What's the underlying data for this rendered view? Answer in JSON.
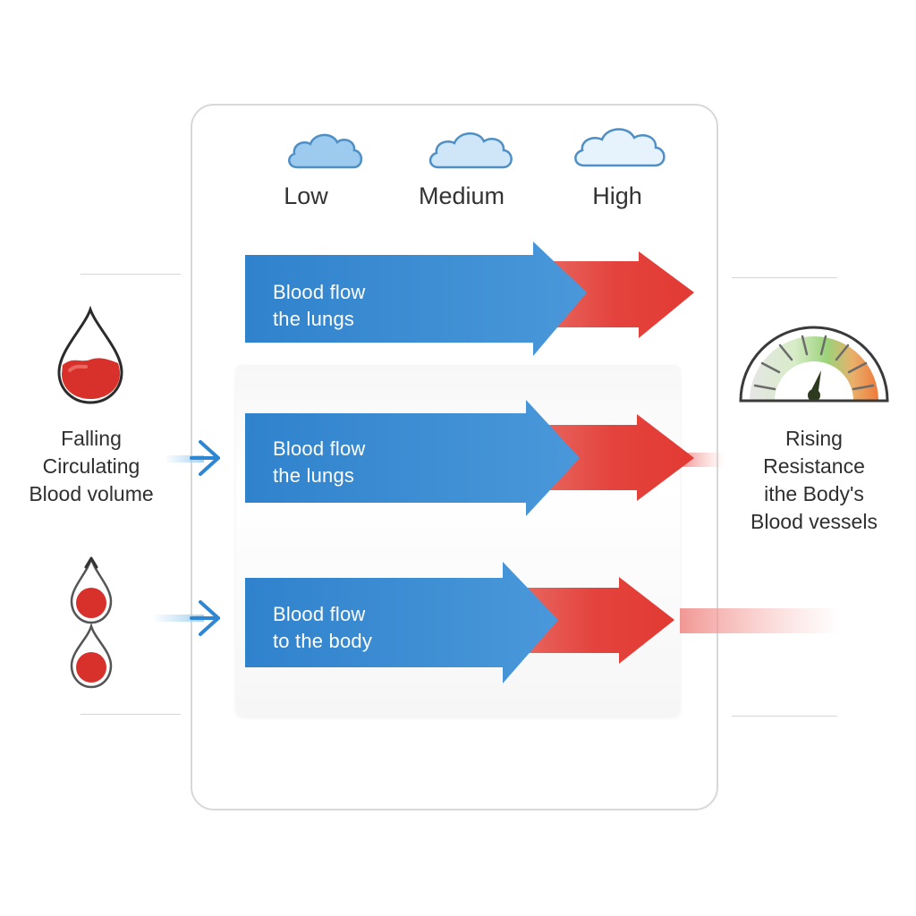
{
  "levels": {
    "low": "Low",
    "medium": "Medium",
    "high": "High"
  },
  "arrows": [
    {
      "line1": "Blood flow",
      "line2": "the lungs"
    },
    {
      "line1": "Blood flow",
      "line2": "the lungs"
    },
    {
      "line1": "Blood flow",
      "line2": "to the body"
    }
  ],
  "left_label": {
    "line1": "Falling",
    "line2": "Circulating",
    "line3": "Blood volume"
  },
  "right_label": {
    "line1": "Rising",
    "line2": "Resistance",
    "line3": "ithe Body's",
    "line4": "Blood vessels"
  },
  "colors": {
    "blue_arrow": "#3a8bd0",
    "red_arrow": "#e5413b",
    "cloud": "#8ec2ec",
    "drop_red": "#d8302b",
    "gauge_green": "#9bd37a",
    "gauge_orange": "#ef7a3b"
  },
  "icons": {
    "cloud": "cloud-icon",
    "drop": "blood-drop-icon",
    "gauge": "pressure-gauge-icon",
    "small_arrow": "chevron-right-arrow-icon"
  }
}
